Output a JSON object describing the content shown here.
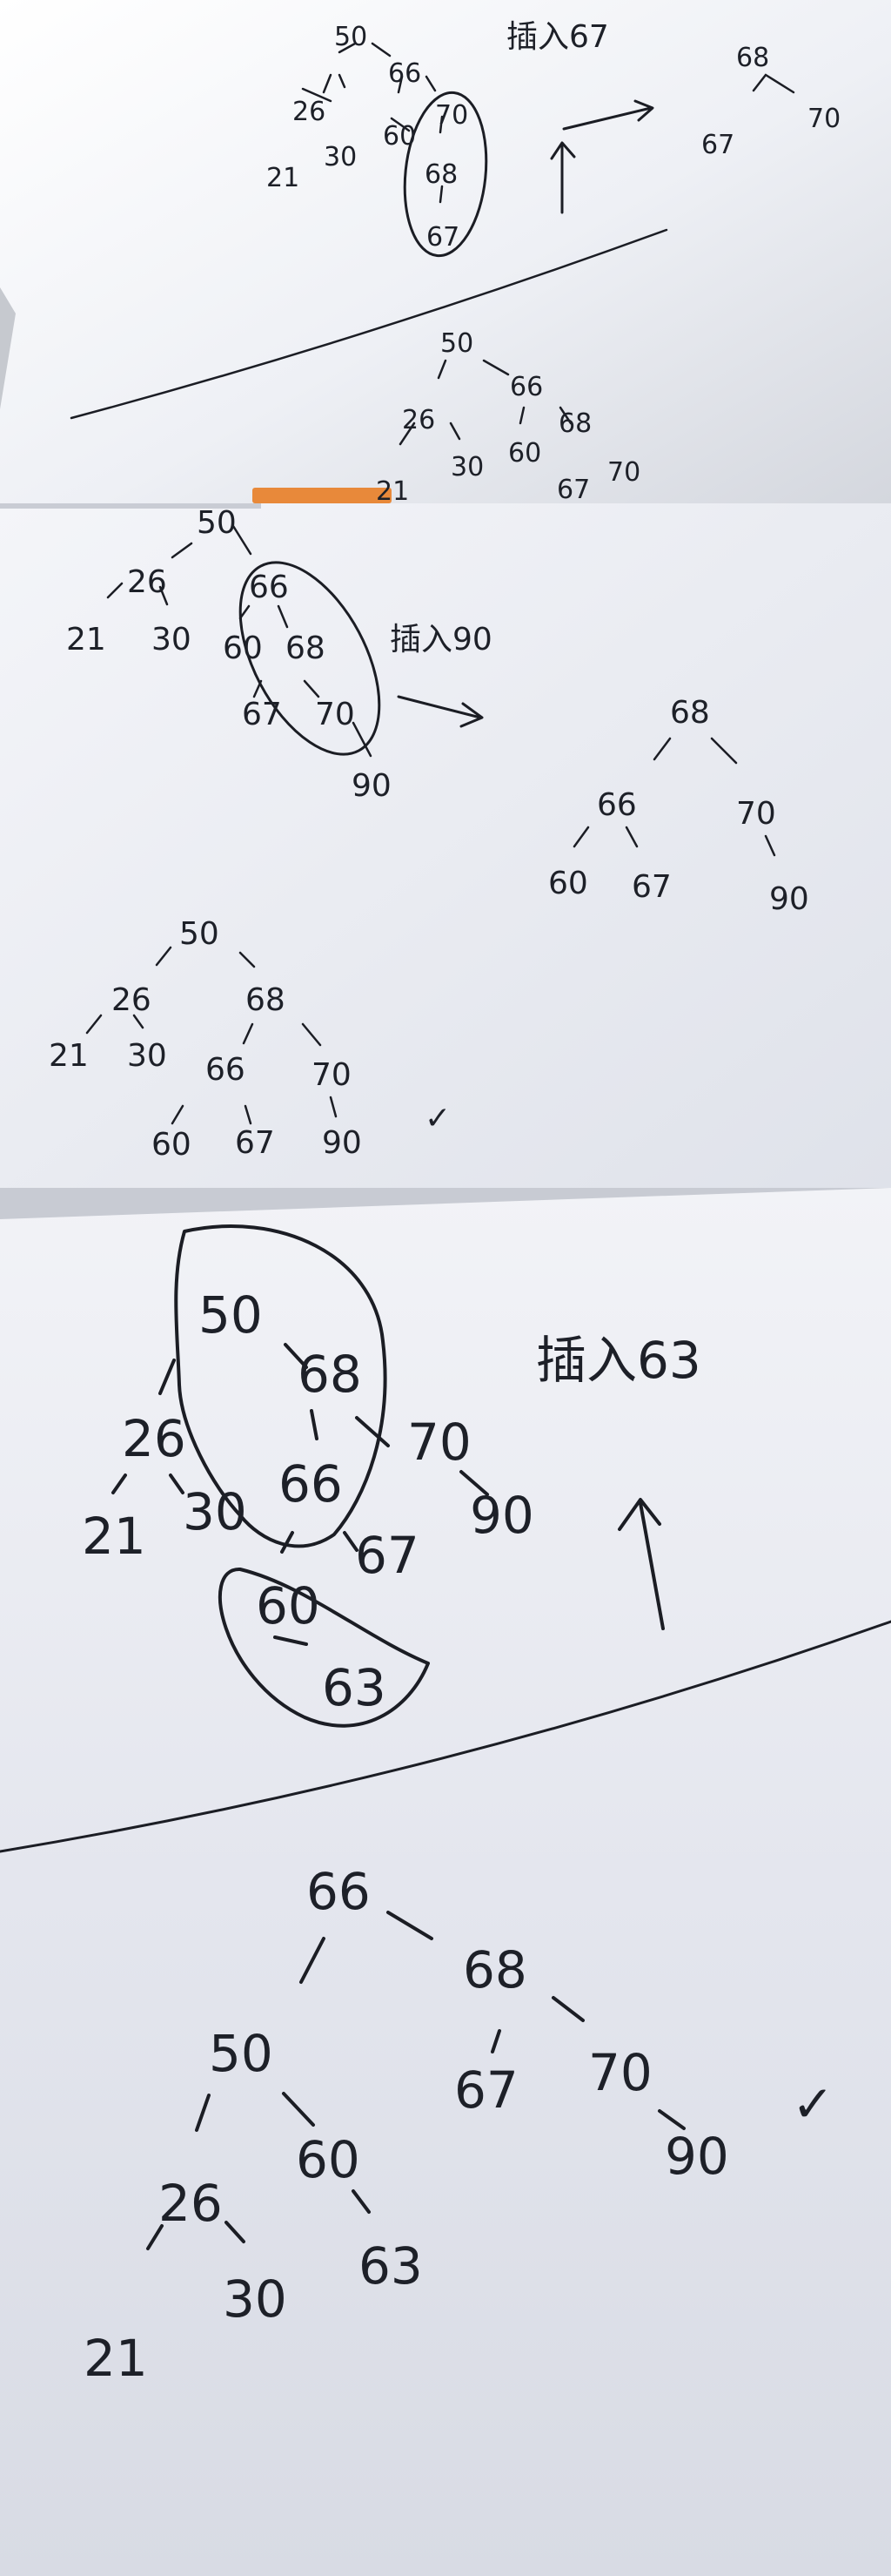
{
  "photo1": {
    "tree_before": [
      "50",
      "26",
      "66",
      "21",
      "30",
      "60",
      "70",
      "68",
      "67"
    ],
    "insert_label": "插入67",
    "rotated_subtree": [
      "68",
      "67",
      "70"
    ],
    "tree_after": [
      "50",
      "26",
      "66",
      "21",
      "30",
      "60",
      "68",
      "67",
      "70"
    ]
  },
  "photo2": {
    "tree_before": [
      "50",
      "26",
      "66",
      "21",
      "30",
      "60",
      "68",
      "67",
      "70",
      "90"
    ],
    "insert_label": "插入90",
    "rotated_subtree": [
      "68",
      "66",
      "70",
      "60",
      "67",
      "90"
    ],
    "tree_after": [
      "50",
      "26",
      "68",
      "21",
      "30",
      "66",
      "70",
      "60",
      "67",
      "90"
    ],
    "check_mark": "✓"
  },
  "photo3": {
    "tree_before": [
      "50",
      "68",
      "26",
      "66",
      "70",
      "21",
      "30",
      "67",
      "90",
      "60",
      "63"
    ],
    "insert_label": "插入63",
    "tree_after": [
      "66",
      "50",
      "68",
      "26",
      "60",
      "67",
      "70",
      "21",
      "30",
      "63",
      "90"
    ],
    "check_mark": "✓"
  }
}
